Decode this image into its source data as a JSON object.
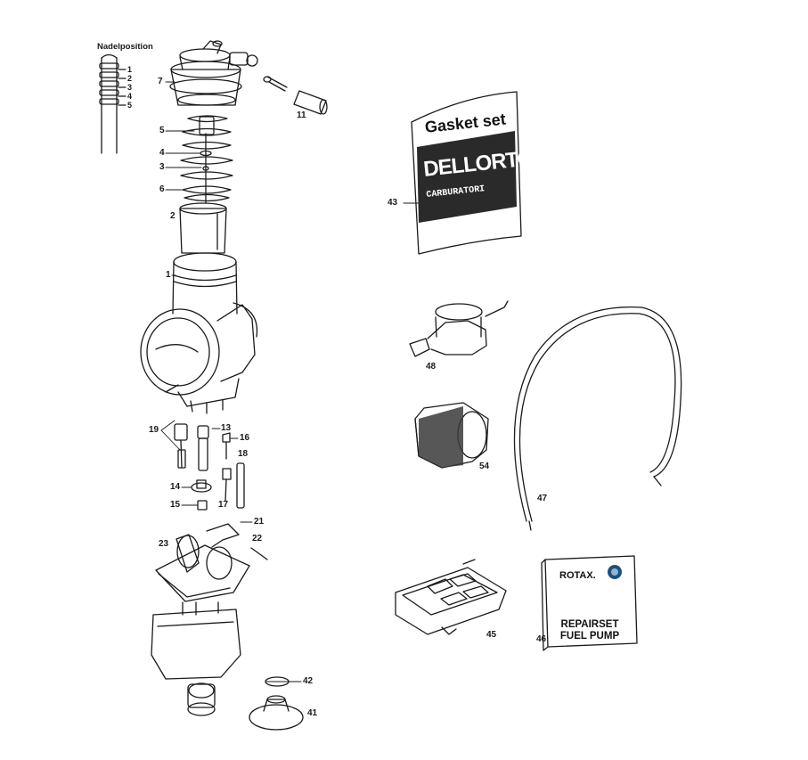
{
  "needle_position": {
    "title": "Nadelposition",
    "positions": [
      "1",
      "2",
      "3",
      "4",
      "5"
    ]
  },
  "part_labels": {
    "p1": "1",
    "p2": "2",
    "p3": "3",
    "p4": "4",
    "p5": "5",
    "p6": "6",
    "p7": "7",
    "p11": "11",
    "p13": "13",
    "p14": "14",
    "p15": "15",
    "p16": "16",
    "p17": "17",
    "p18": "18",
    "p19": "19",
    "p21": "21",
    "p22": "22",
    "p23": "23",
    "p41": "41",
    "p42": "42",
    "p43": "43",
    "p45": "45",
    "p46": "46",
    "p47": "47",
    "p48": "48",
    "p54": "54"
  },
  "gasket_set": {
    "title": "Gasket set",
    "brand": "DELLORTO",
    "subtitle": "CARBURATORI"
  },
  "rotax_card": {
    "brand": "ROTAX.",
    "line1": "REPAIRSET",
    "line2": "FUEL PUMP"
  },
  "colors": {
    "ink": "#1a1a1a",
    "background": "#ffffff",
    "package_dark": "#2a2a2a"
  }
}
